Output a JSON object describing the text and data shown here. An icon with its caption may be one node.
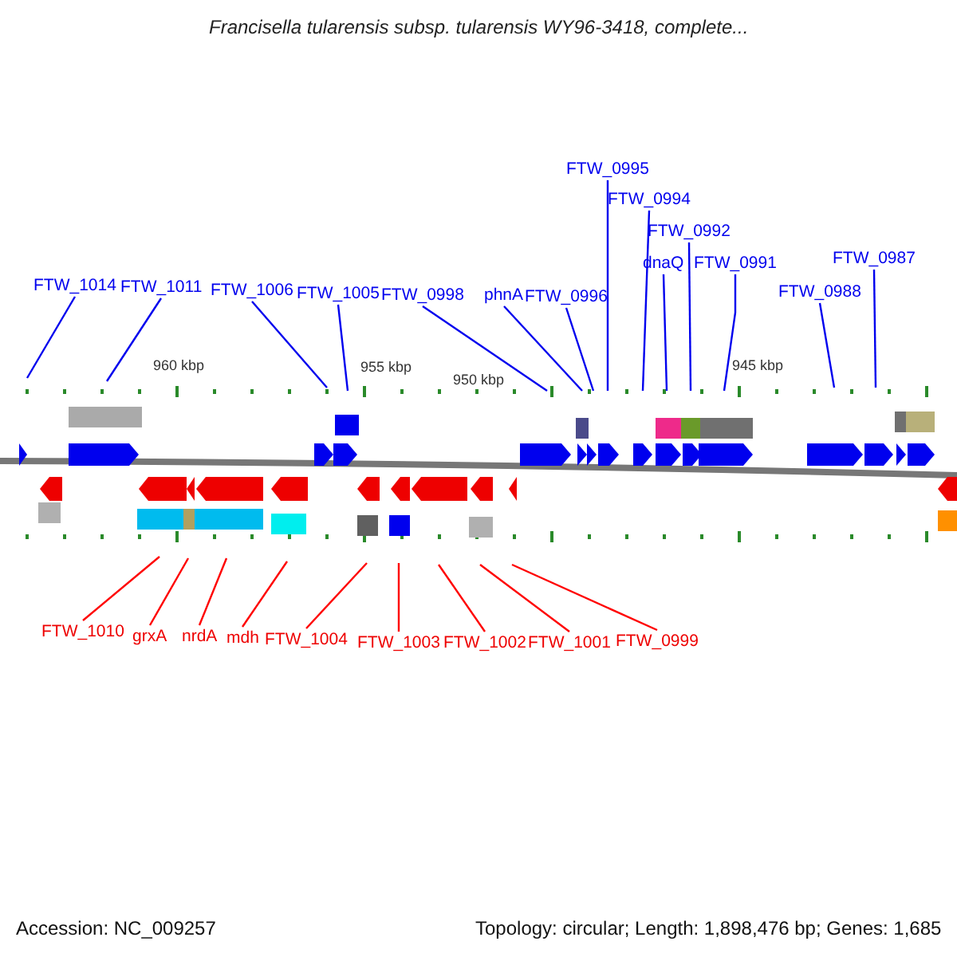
{
  "diagram": {
    "title": "Francisella tularensis subsp. tularensis WY96-3418, complete...",
    "nodes": [
      {
        "text": [
          "FTW_1014"
        ]
      },
      {
        "text": [
          "FTW_1011"
        ]
      },
      {
        "text": [
          "FTW_1006"
        ]
      },
      {
        "text": [
          "FTW_1005"
        ]
      },
      {
        "text": [
          "FTW_0998"
        ]
      },
      {
        "text": [
          "phnA"
        ]
      },
      {
        "text": [
          "FTW_0996"
        ]
      },
      {
        "text": [
          "FTW_0995"
        ]
      },
      {
        "text": [
          "FTW_0994"
        ]
      },
      {
        "text": [
          "dnaQ"
        ]
      },
      {
        "text": [
          "FTW_0992"
        ]
      },
      {
        "text": [
          "FTW_0991"
        ]
      },
      {
        "text": [
          "FTW_0988"
        ]
      },
      {
        "text": [
          "FTW_0987"
        ]
      },
      {
        "text": [
          "FTW_1010"
        ]
      },
      {
        "text": [
          "grxA"
        ]
      },
      {
        "text": [
          "nrdA"
        ]
      },
      {
        "text": [
          "mdh"
        ]
      },
      {
        "text": [
          "FTW_1004"
        ]
      },
      {
        "text": [
          "FTW_1003"
        ]
      },
      {
        "text": [
          "FTW_1002"
        ]
      },
      {
        "text": [
          "FTW_1001"
        ]
      },
      {
        "text": [
          "FTW_0999"
        ]
      }
    ],
    "edges": [
      {
        "from": 0,
        "to": null,
        "arrow": "none"
      },
      {
        "from": 1,
        "to": null,
        "arrow": "none"
      },
      {
        "from": 2,
        "to": null,
        "arrow": "none"
      },
      {
        "from": 3,
        "to": null,
        "arrow": "none"
      },
      {
        "from": 4,
        "to": null,
        "arrow": "none"
      },
      {
        "from": 5,
        "to": null,
        "arrow": "none"
      },
      {
        "from": 6,
        "to": null,
        "arrow": "none"
      },
      {
        "from": 7,
        "to": null,
        "arrow": "none"
      },
      {
        "from": 8,
        "to": null,
        "arrow": "none"
      },
      {
        "from": 9,
        "to": null,
        "arrow": "none"
      },
      {
        "from": 10,
        "to": null,
        "arrow": "none"
      },
      {
        "from": 11,
        "to": null,
        "arrow": "none"
      },
      {
        "from": 12,
        "to": null,
        "arrow": "none"
      },
      {
        "from": 13,
        "to": null,
        "arrow": "none"
      },
      {
        "from": 14,
        "to": null,
        "arrow": "none",
        "color": "#ff0000"
      },
      {
        "from": 15,
        "to": null,
        "arrow": "none",
        "color": "#ff0000"
      },
      {
        "from": 16,
        "to": null,
        "arrow": "none",
        "color": "#ff0000"
      },
      {
        "from": 17,
        "to": null,
        "arrow": "none",
        "color": "#ff0000"
      },
      {
        "from": 18,
        "to": null,
        "arrow": "none",
        "color": "#ff0000"
      },
      {
        "from": 19,
        "to": null,
        "arrow": "none",
        "color": "#ff0000"
      },
      {
        "from": 20,
        "to": null,
        "arrow": "none",
        "color": "#ff0000"
      },
      {
        "from": 21,
        "to": null,
        "arrow": "none",
        "color": "#ff0000"
      },
      {
        "from": 22,
        "to": null,
        "arrow": "none",
        "color": "#ff0000"
      }
    ],
    "labels": [
      "960 kbp",
      "955 kbp",
      "950 kbp",
      "945 kbp",
      "Accession: NC_009257",
      "Topology: circular; Length: 1,898,476 bp; Genes: 1,685"
    ]
  }
}
